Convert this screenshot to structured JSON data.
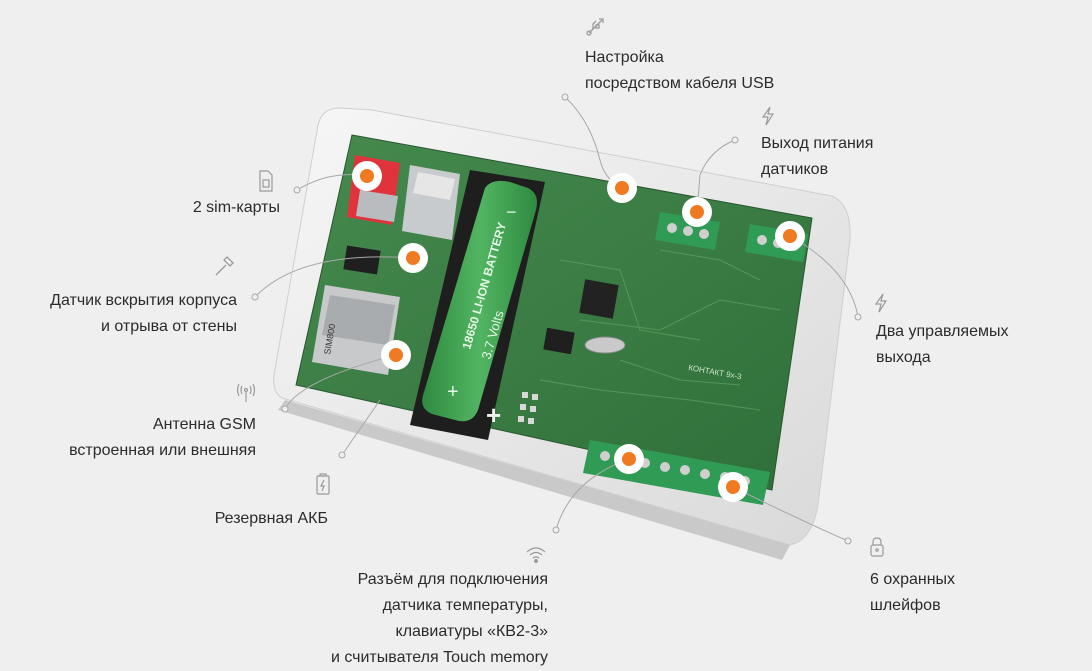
{
  "features": {
    "usb": {
      "icon": "usb-icon",
      "lines": [
        "Настройка",
        "посредством кабеля USB"
      ]
    },
    "sensor_power": {
      "icon": "lightning-icon",
      "lines": [
        "Выход питания",
        "датчиков"
      ]
    },
    "sim": {
      "icon": "sim-card-icon",
      "lines": [
        "2 sim-карты"
      ]
    },
    "tamper": {
      "icon": "hammer-icon",
      "lines": [
        "Датчик вскрытия корпуса",
        "и отрыва от стены"
      ]
    },
    "outputs": {
      "icon": "lightning-icon",
      "lines": [
        "Два управляемых",
        "выхода"
      ]
    },
    "antenna": {
      "icon": "antenna-icon",
      "lines": [
        "Антенна GSM",
        "встроенная или внешняя"
      ]
    },
    "battery": {
      "icon": "battery-icon",
      "lines": [
        "Резервная АКБ"
      ]
    },
    "connector": {
      "icon": "wifi-icon",
      "lines": [
        "Разъём для подключения",
        "датчика температуры,",
        "клавиатуры «КВ2-3»",
        "и считывателя Touch memory"
      ]
    },
    "loops": {
      "icon": "lock-icon",
      "lines": [
        "6 охранных",
        "шлейфов"
      ]
    }
  },
  "board": {
    "battery_text": "18650 LI-ION BATTERY",
    "battery_voltage": "3.7 Volts",
    "battery_plus": "+",
    "battery_minus": "−",
    "gsm_module": "SIM800",
    "brand": "КОНТАКТ 9х-3"
  },
  "colors": {
    "background": "#efefef",
    "pcb": "#3d7f45",
    "battery": "#3c9a4c",
    "marker": "#f07a22",
    "sim": "#e0333c",
    "connector": "#2f9b55"
  }
}
